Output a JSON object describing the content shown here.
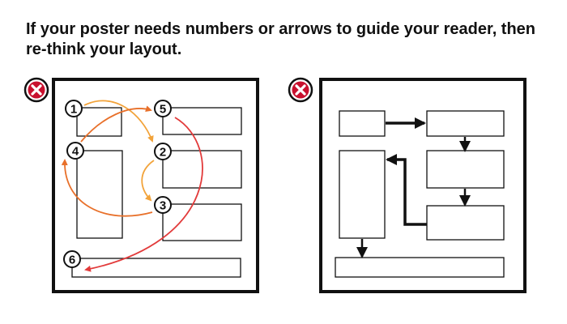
{
  "headline": {
    "line1": "If your poster needs numbers or arrows to guide your reader, then",
    "line2": "re-think your layout."
  },
  "left_panel": {
    "mark_icon": "red-x-circle-icon",
    "step_numbers": [
      "1",
      "2",
      "3",
      "4",
      "5",
      "6"
    ],
    "arrow_colors": [
      "#f2a33a",
      "#e8702a",
      "#e23b3b"
    ]
  },
  "right_panel": {
    "mark_icon": "red-x-circle-icon",
    "arrow_color": "#111111"
  },
  "colors": {
    "x_mark": "#c8102e",
    "frame": "#111111"
  }
}
